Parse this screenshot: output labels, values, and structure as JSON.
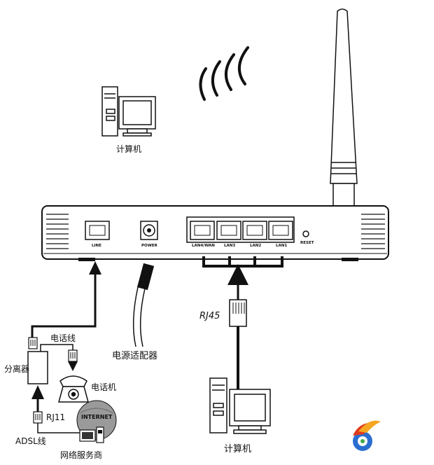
{
  "labels": {
    "top_computer": "计算机",
    "bottom_computer": "计算机",
    "power_adapter": "电源适配器",
    "rj45": "RJ45",
    "phone_line": "电话线",
    "telephone": "电话机",
    "splitter": "分离器",
    "rj11": "RJ11",
    "adsl_line": "ADSL线",
    "isp": "网络服务商",
    "internet": "INTERNET"
  },
  "router_ports": {
    "line": "LINE",
    "power": "POWER",
    "lan4wan": "LAN4/WAN",
    "lan3": "LAN3",
    "lan2": "LAN2",
    "lan1": "LAN1",
    "reset": "RESET"
  },
  "colors": {
    "ink": "#111111",
    "logo_red": "#e03a1e",
    "logo_blue": "#2a6fd0",
    "logo_green": "#3aa84a"
  }
}
